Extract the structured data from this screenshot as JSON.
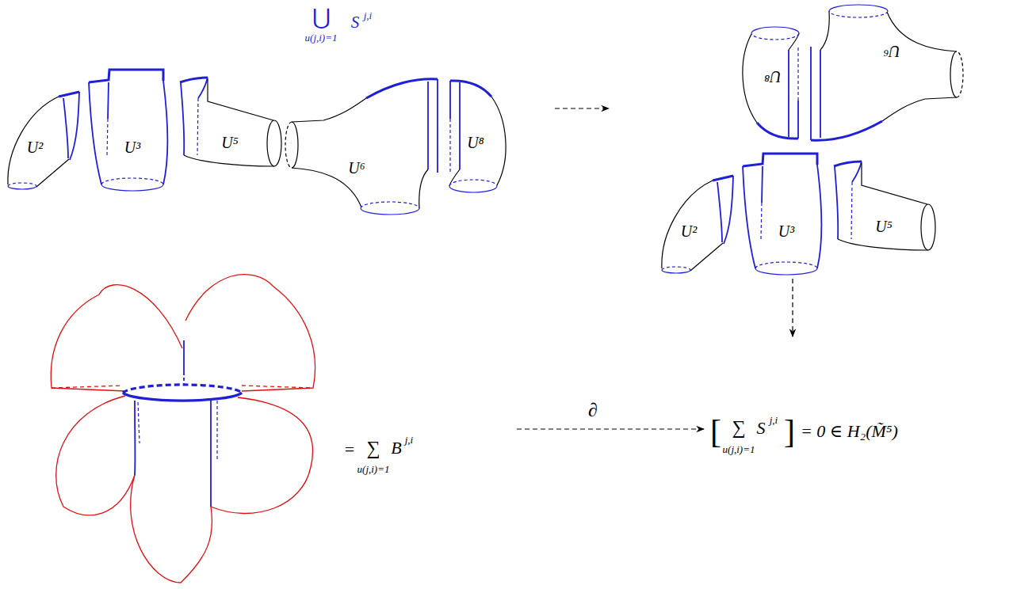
{
  "diagram": {
    "labels": [
      "⋃",
      "u(j,i)=1",
      "S",
      "j,i",
      "U²",
      "U³",
      "U⁵",
      "U⁶",
      "U⁸",
      "U⁸",
      "U⁶",
      "U²",
      "U³",
      "U⁵",
      "=",
      "∑",
      "u(j,i)=1",
      "B",
      "j,i",
      "∂",
      "[",
      "∑",
      "u(j,i)=1",
      "S",
      "j,i",
      "]",
      "= 0 ∈ H₂(M̃⁵)"
    ]
  }
}
